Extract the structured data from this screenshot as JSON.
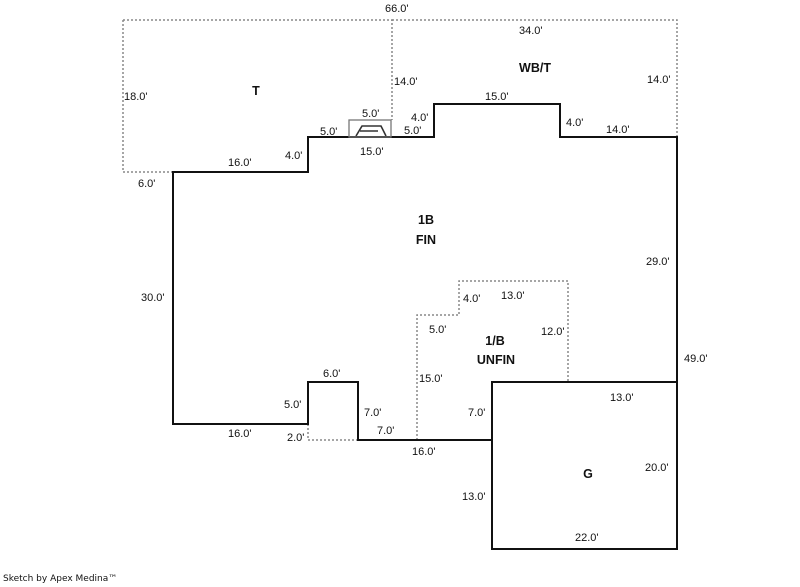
{
  "footer": "Sketch by Apex Medina™",
  "areas": [
    {
      "id": "t",
      "lines": [
        "T"
      ]
    },
    {
      "id": "wbt",
      "lines": [
        "WB/T"
      ]
    },
    {
      "id": "fin",
      "lines": [
        "1B",
        "FIN"
      ]
    },
    {
      "id": "unfin",
      "lines": [
        "1/B",
        "UNFIN"
      ]
    },
    {
      "id": "g",
      "lines": [
        "G"
      ]
    }
  ],
  "dimensions": {
    "overall_width": "66.0'",
    "t_left": "18.0'",
    "t_bottom_left": "6.0'",
    "t_bottom": "16.0'",
    "step1": "4.0'",
    "seg_5a": "5.0'",
    "fireplace_width": "5.0'",
    "seg_15_under": "15.0'",
    "t_right": "14.0'",
    "seg_5b": "5.0'",
    "step2": "4.0'",
    "wbt_top": "34.0'",
    "wbt_left": "14.0'",
    "wbt_right": "14.0'",
    "bump_top": "15.0'",
    "step3": "4.0'",
    "right_upper": "14.0'",
    "fin_left": "30.0'",
    "fin_right": "29.0'",
    "overall_right": "49.0'",
    "fin_bottom_left": "16.0'",
    "bump_left": "5.0'",
    "bump_left_low": "2.0'",
    "bump_top_small": "6.0'",
    "bump_right": "7.0'",
    "bottom_small": "7.0'",
    "bottom_mid": "16.0'",
    "unfin_left": "15.0'",
    "unfin_step_h": "5.0'",
    "unfin_step_v": "4.0'",
    "unfin_top": "13.0'",
    "unfin_right": "12.0'",
    "g_left_upper": "7.0'",
    "g_top": "13.0'",
    "g_right": "20.0'",
    "g_left_lower": "13.0'",
    "g_bottom": "22.0'"
  }
}
